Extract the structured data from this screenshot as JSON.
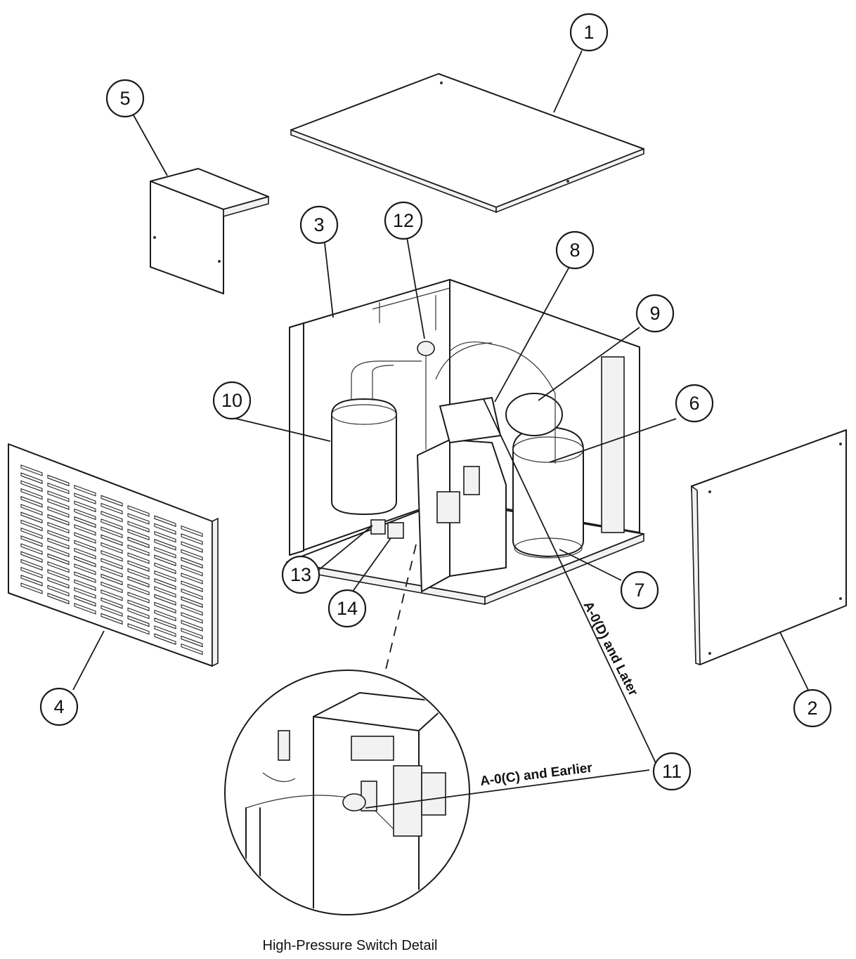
{
  "callouts": [
    "1",
    "2",
    "3",
    "4",
    "5",
    "6",
    "7",
    "8",
    "9",
    "10",
    "11",
    "12",
    "13",
    "14"
  ],
  "annotations": {
    "later_revision": "A-0(D) and Later",
    "earlier_revision": "A-0(C) and Earlier"
  },
  "detail_caption": "High-Pressure Switch Detail"
}
